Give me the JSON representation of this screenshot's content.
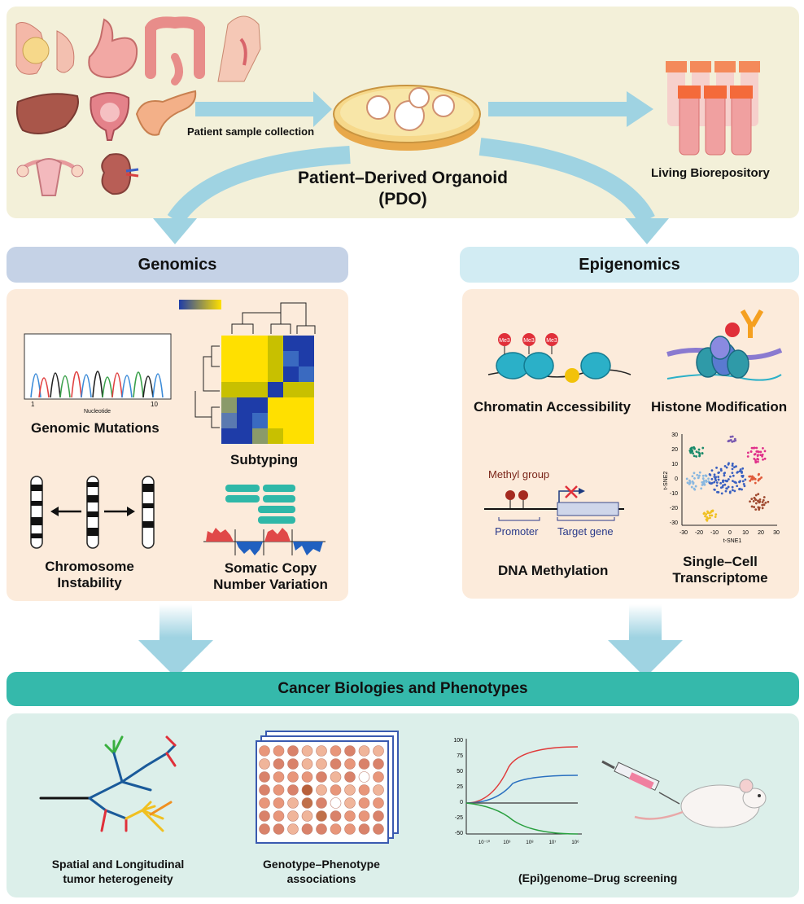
{
  "top": {
    "collection_label": "Patient  sample collection",
    "pdo_title_line1": "Patient–Derived Organoid",
    "pdo_title_line2": "(PDO)",
    "biorepository_label": "Living Biorepository"
  },
  "genomics": {
    "header": "Genomics",
    "mutations_label": "Genomic Mutations",
    "nucleotide_label": "Nucleotide",
    "tick_start": "1",
    "tick_end": "10",
    "subtyping_label": "Subtyping",
    "chromosome_line1": "Chromosome",
    "chromosome_line2": "Instability",
    "scnv_line1": "Somatic Copy",
    "scnv_line2": "Number Variation"
  },
  "epigenomics": {
    "header": "Epigenomics",
    "me3": "Me3",
    "chromatin_label": "Chromatin Accessibility",
    "histone_label": "Histone Modification",
    "methyl_group": "Methyl group",
    "promoter": "Promoter",
    "target_gene": "Target gene",
    "dna_methylation_label": "DNA Methylation",
    "sc_line1": "Single–Cell",
    "sc_line2": "Transcriptome",
    "tsne_x": "t-SNE1",
    "tsne_y": "t-SNE2",
    "tsne_ticks": [
      "-30",
      "-20",
      "-10",
      "0",
      "10",
      "20",
      "30"
    ],
    "tsne_yticks": [
      "30",
      "20",
      "10",
      "0",
      "-10",
      "-20",
      "-30"
    ]
  },
  "bottom": {
    "header": "Cancer Biologies and Phenotypes",
    "spatial_line1": "Spatial and Longitudinal",
    "spatial_line2": "tumor heterogeneity",
    "gp_line1": "Genotype–Phenotype",
    "gp_line2": "associations",
    "drug_label": "(Epi)genome–Drug screening",
    "dr_yticks": [
      "100",
      "75",
      "50",
      "25",
      "0",
      "-25",
      "-50"
    ],
    "dr_xticks": [
      "10⁻¹⁰",
      "10⁹",
      "10⁸",
      "10⁷",
      "10⁶"
    ]
  },
  "colors": {
    "top_panel": "#f3f0d9",
    "genomics_header": "#c5d2e6",
    "epigenomics_header": "#d2ecf3",
    "content_panel": "#fcebdb",
    "bottom_header": "#35b9ab",
    "bottom_panel": "#dcefea",
    "arrow": "#9fd3e2"
  }
}
